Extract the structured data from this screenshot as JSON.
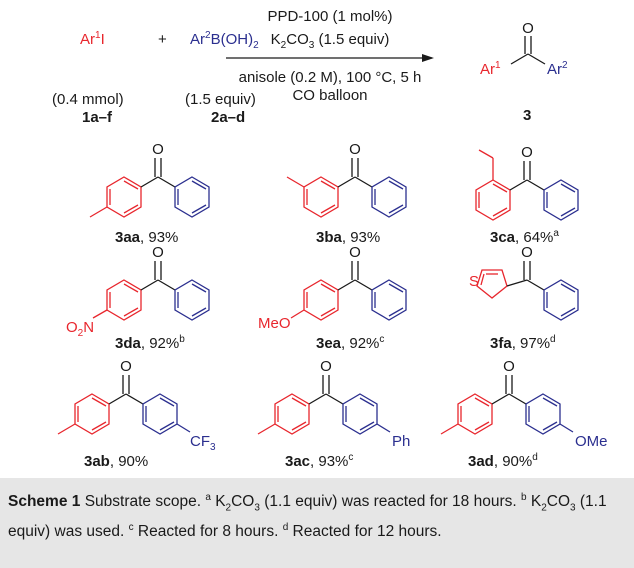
{
  "colors": {
    "ar1": "#e8262d",
    "ar2": "#2b2f8f",
    "ink": "#1a1a1a",
    "caption_bg": "#e6e6e6"
  },
  "reaction": {
    "reagent1": {
      "main": "Ar",
      "sup": "1",
      "tail": "I",
      "amount": "(0.4  mmol)",
      "label": "1a–f"
    },
    "plus": "+",
    "reagent2": {
      "main": "Ar",
      "sup": "2",
      "tail": "B(OH)",
      "sub": "2",
      "amount": "(1.5 equiv)",
      "label": "2a–d"
    },
    "cond1": "PPD-100 (1 mol%)",
    "cond2": {
      "a": "K",
      "b": "2",
      "c": "CO",
      "d": "3",
      "e": " (1.5 equiv)"
    },
    "cond3": "anisole (0.2 M), 100 °C, 5 h",
    "cond4": "CO balloon",
    "product": {
      "o": "O",
      "ar1": "Ar",
      "ar1_sup": "1",
      "ar2": "Ar",
      "ar2_sup": "2",
      "label": "3"
    }
  },
  "atoms": {
    "o": "O",
    "s": "S",
    "o2n": {
      "a": "O",
      "b": "2",
      "c": "N"
    },
    "meo": "MeO",
    "cf3": {
      "a": "CF",
      "b": "3"
    },
    "ph": "Ph",
    "ome": "OMe"
  },
  "compounds": [
    {
      "id": "3aa",
      "yield": ", 93%",
      "note": ""
    },
    {
      "id": "3ba",
      "yield": ", 93%",
      "note": ""
    },
    {
      "id": "3ca",
      "yield": ", 64%",
      "note": "a"
    },
    {
      "id": "3da",
      "yield": ", 92%",
      "note": "b"
    },
    {
      "id": "3ea",
      "yield": ", 92%",
      "note": "c"
    },
    {
      "id": "3fa",
      "yield": ", 97%",
      "note": "d"
    },
    {
      "id": "3ab",
      "yield": ", 90%",
      "note": ""
    },
    {
      "id": "3ac",
      "yield": ", 93%",
      "note": "c"
    },
    {
      "id": "3ad",
      "yield": ", 90%",
      "note": "d"
    }
  ],
  "caption": {
    "title": "Scheme 1",
    "t1": "  Substrate scope. ",
    "n_a": "a",
    "t2": " K",
    "s1": "2",
    "t3": "CO",
    "s2": "3",
    "t4": " (1.1 equiv) was reacted for 18 hours. ",
    "n_b": "b",
    "t5": " K",
    "s3": "2",
    "t6": "CO",
    "s4": "3",
    "t7": " (1.1 equiv) was used. ",
    "n_c": "c",
    "t8": " Reacted for 8 hours. ",
    "n_d": "d",
    "t9": " Reacted for 12 hours."
  }
}
